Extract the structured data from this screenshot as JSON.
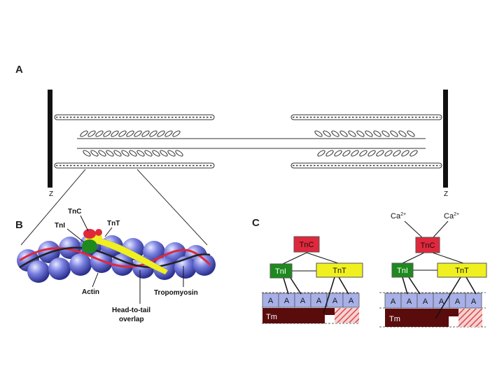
{
  "panels": {
    "a": {
      "letter": "A",
      "z_left": "Z",
      "z_right": "Z"
    },
    "b": {
      "letter": "B",
      "labels": {
        "tnc": "TnC",
        "tni": "TnI",
        "tnt": "TnT",
        "actin": "Actin",
        "head_to_tail_1": "Head-to-tail",
        "head_to_tail_2": "overlap",
        "tropomyosin": "Tropomyosin"
      }
    },
    "c": {
      "letter": "C",
      "left": {
        "tnc": "TnC",
        "tni": "TnI",
        "tnt": "TnT",
        "tm": "Tm",
        "actin_units": [
          "A",
          "A",
          "A",
          "A",
          "A",
          "A"
        ]
      },
      "right": {
        "ca_left": "Ca",
        "ca_right": "Ca",
        "ca_charge": "2+",
        "tnc": "TnC",
        "tni": "TnI",
        "tnt": "TnT",
        "tm": "Tm",
        "actin_units": [
          "A",
          "A",
          "A",
          "A",
          "A",
          "A"
        ]
      }
    }
  },
  "colors": {
    "tnc": "#e0283c",
    "tni": "#1e8a1e",
    "tnt": "#f0f020",
    "tm": "#5a0c0c",
    "actin_box": "#a8b0e8",
    "actin_sphere": "#6f74d8",
    "hatch": "#e07a7a"
  }
}
